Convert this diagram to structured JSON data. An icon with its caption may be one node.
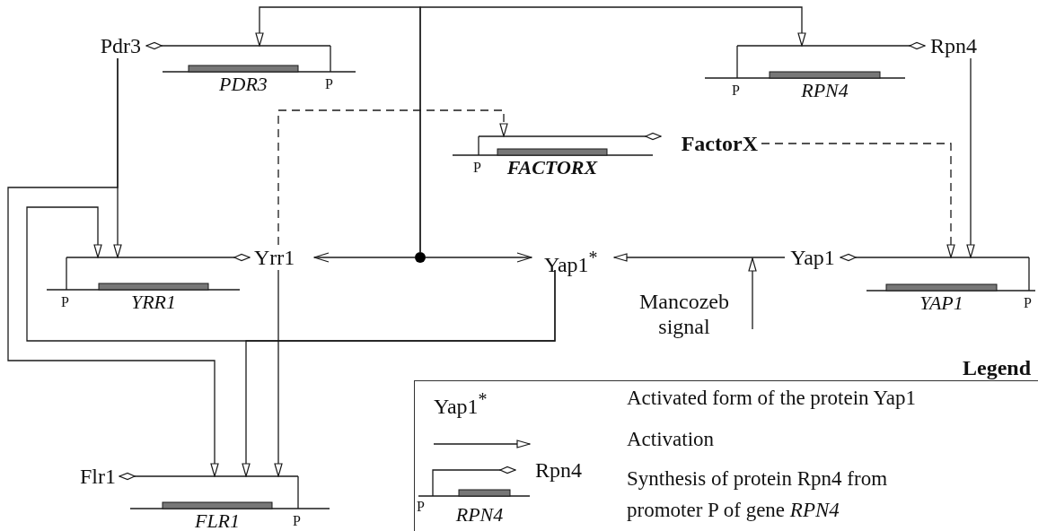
{
  "diagram": {
    "nodes": [
      {
        "text": [
          "Pdr3"
        ]
      },
      {
        "text": [
          "PDR3",
          "P"
        ]
      },
      {
        "text": [
          "Rpn4"
        ]
      },
      {
        "text": [
          "P",
          "RPN4"
        ]
      },
      {
        "text": [
          "P",
          "FACTORX"
        ]
      },
      {
        "text": [
          "FactorX"
        ]
      },
      {
        "text": [
          "Yrr1"
        ]
      },
      {
        "text": [],
        "shape": "circle"
      },
      {
        "text": [
          "Yap1$^{*}$"
        ]
      },
      {
        "text": [
          "Yap1"
        ]
      },
      {
        "text": [
          "P",
          "YRR1"
        ]
      },
      {
        "text": [
          "Mancozeb signal"
        ]
      },
      {
        "text": [
          "YAP1",
          "P"
        ]
      },
      {
        "text": [
          "Flr1"
        ]
      },
      {
        "text": [
          "FLR1",
          "P"
        ]
      }
    ],
    "edges": [
      {
        "from": 1,
        "to": 0,
        "arrow": "other"
      },
      {
        "from": 3,
        "to": 2,
        "arrow": "other"
      },
      {
        "from": 4,
        "to": 5,
        "arrow": "other"
      },
      {
        "from": 10,
        "to": 6,
        "arrow": "other"
      },
      {
        "from": 12,
        "to": 9,
        "arrow": "other"
      },
      {
        "from": 14,
        "to": 13,
        "arrow": "other"
      },
      {
        "from": 7,
        "to": 1,
        "arrow": "to"
      },
      {
        "from": 7,
        "to": 3,
        "arrow": "to"
      },
      {
        "from": 7,
        "to": 6,
        "arrow": "to"
      },
      {
        "from": 7,
        "to": 8,
        "arrow": "to"
      },
      {
        "from": 0,
        "to": 10,
        "arrow": "to"
      },
      {
        "from": 0,
        "to": 14,
        "arrow": "to"
      },
      {
        "from": 8,
        "to": 10,
        "arrow": "to"
      },
      {
        "from": 8,
        "to": 14,
        "arrow": "to"
      },
      {
        "from": 6,
        "to": 14,
        "arrow": "to"
      },
      {
        "from": 6,
        "to": 4,
        "arrow": "to",
        "style": "dashed"
      },
      {
        "from": 5,
        "to": 12,
        "arrow": "to",
        "style": "dashed"
      },
      {
        "from": 2,
        "to": 12,
        "arrow": "to"
      },
      {
        "from": 9,
        "to": 8,
        "arrow": "to"
      },
      {
        "from": 11,
        "to": null,
        "arrow": "to"
      }
    ],
    "labels": [
      "Legend",
      "Yap1$^{*}$",
      "Rpn4",
      "P",
      "RPN4"
    ],
    "legend": [
      {
        "text": "Activated form of the protein Yap1"
      },
      {
        "text": "Activation"
      },
      {
        "text": "Synthesis of protein Rpn4 from promoter P of gene *RPN4*"
      }
    ]
  }
}
